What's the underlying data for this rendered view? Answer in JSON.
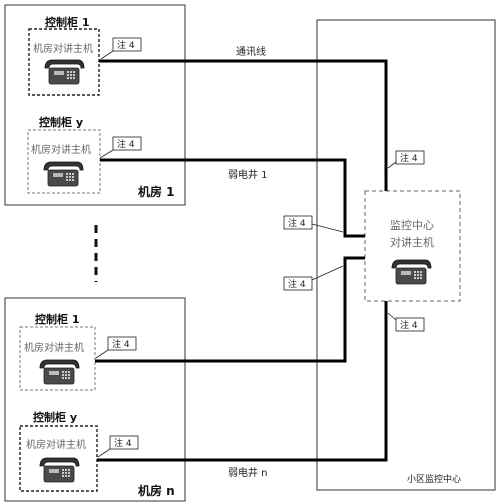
{
  "rooms": [
    {
      "name": "机房 1",
      "cabinets": [
        {
          "title": "控制柜 1",
          "host": "机房对讲主机",
          "note": "注 4"
        },
        {
          "title": "控制柜 y",
          "host": "机房对讲主机",
          "note": "注 4"
        }
      ]
    },
    {
      "name": "机房 n",
      "cabinets": [
        {
          "title": "控制柜 1",
          "host": "机房对讲主机",
          "note": "注 4"
        },
        {
          "title": "控制柜 y",
          "host": "机房对讲主机",
          "note": "注 4"
        }
      ]
    }
  ],
  "wires": {
    "comm_line": "通讯线",
    "shaft_1": "弱电井 1",
    "shaft_n": "弱电井 n"
  },
  "center": {
    "host_line1": "监控中心",
    "host_line2": "对讲主机",
    "area_label": "小区监控中心",
    "notes": [
      "注 4",
      "注 4",
      "注 4",
      "注 4"
    ]
  }
}
